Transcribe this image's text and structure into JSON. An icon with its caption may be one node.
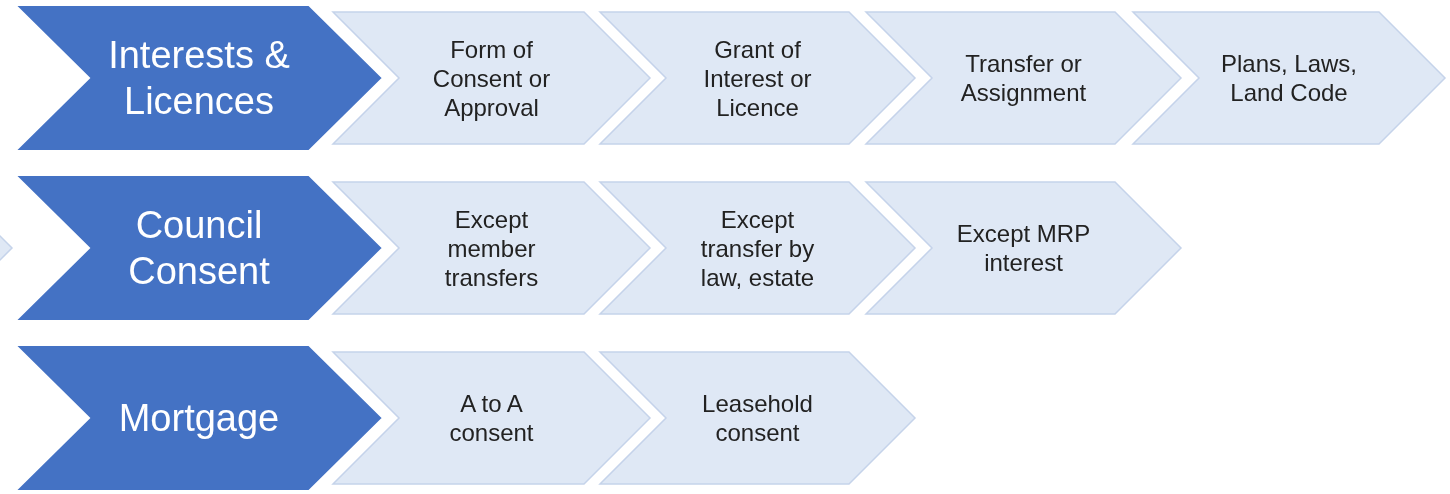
{
  "diagram": {
    "nodes": [
      {
        "text": [
          "Interests & Licences"
        ]
      },
      {
        "text": [
          "Form of Consent or Approval"
        ]
      },
      {
        "text": [
          "Grant of Interest or Licence"
        ]
      },
      {
        "text": [
          "Transfer or Assignment"
        ]
      },
      {
        "text": [
          "Plans, Laws, Land Code"
        ]
      },
      {
        "text": [],
        "shape": "chevron"
      },
      {
        "text": [
          "Council Consent"
        ]
      },
      {
        "text": [
          "Except member transfers"
        ]
      },
      {
        "text": [
          "Except transfer by law, estate"
        ]
      },
      {
        "text": [
          "Except MRP interest"
        ]
      },
      {
        "text": [
          "Mortgage"
        ]
      },
      {
        "text": [
          "A to A consent"
        ]
      },
      {
        "text": [
          "Leasehold consent"
        ]
      }
    ]
  }
}
